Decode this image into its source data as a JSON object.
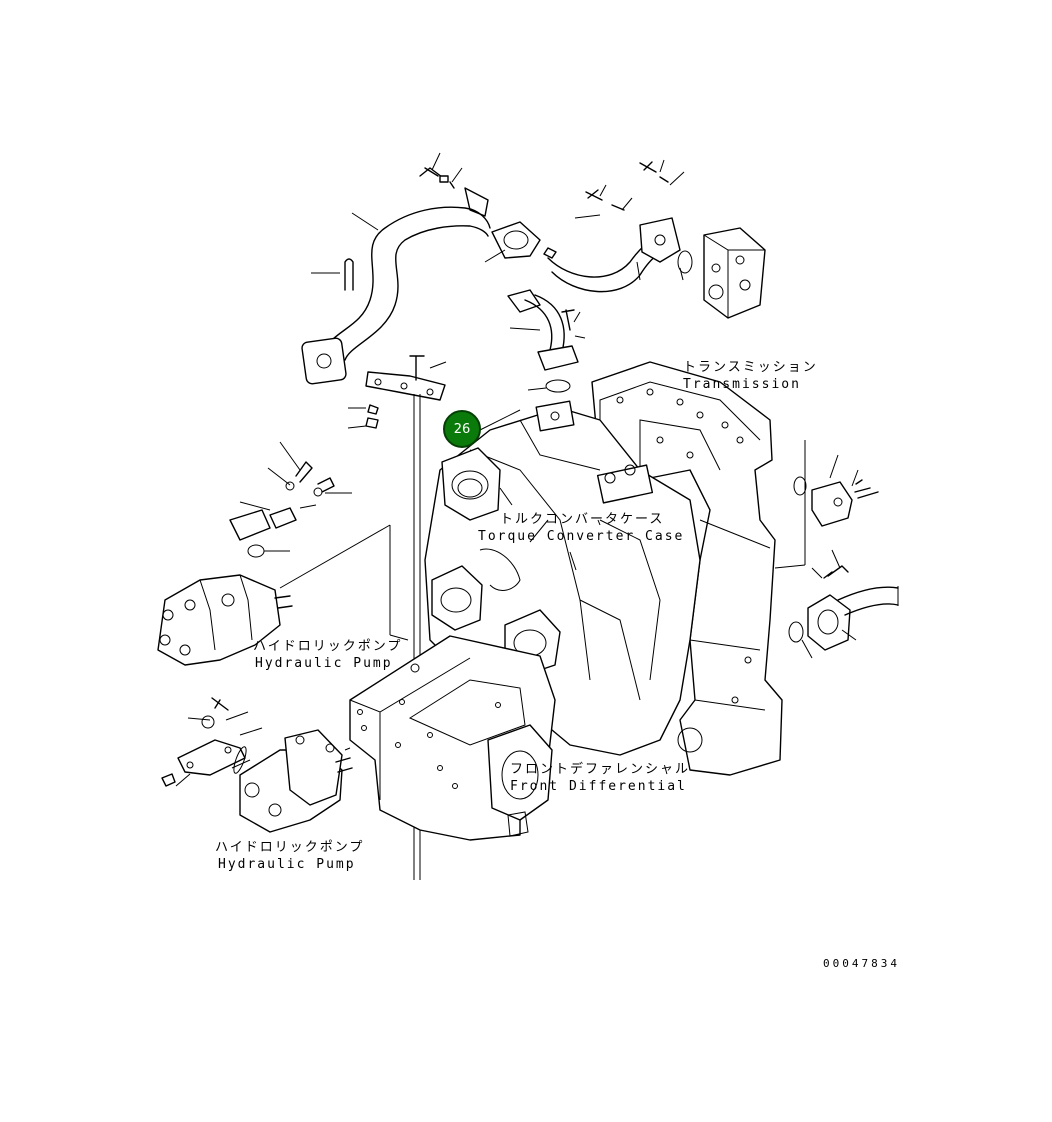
{
  "labels": {
    "transmission_jp": "トランスミッション",
    "transmission_en": "Transmission",
    "torque_case_jp": "トルクコンバータケース",
    "torque_case_en": "Torque Converter Case",
    "hyd_pump_upper_jp": "ハイドロリックポンプ",
    "hyd_pump_upper_en": "Hydraulic Pump",
    "front_diff_jp": "フロントデファレンシャル",
    "front_diff_en": "Front Differential",
    "hyd_pump_lower_jp": "ハイドロリックポンプ",
    "hyd_pump_lower_en": "Hydraulic Pump"
  },
  "callout": {
    "number": "26",
    "color": "#0a7a0a"
  },
  "drawing_number": "00047834"
}
